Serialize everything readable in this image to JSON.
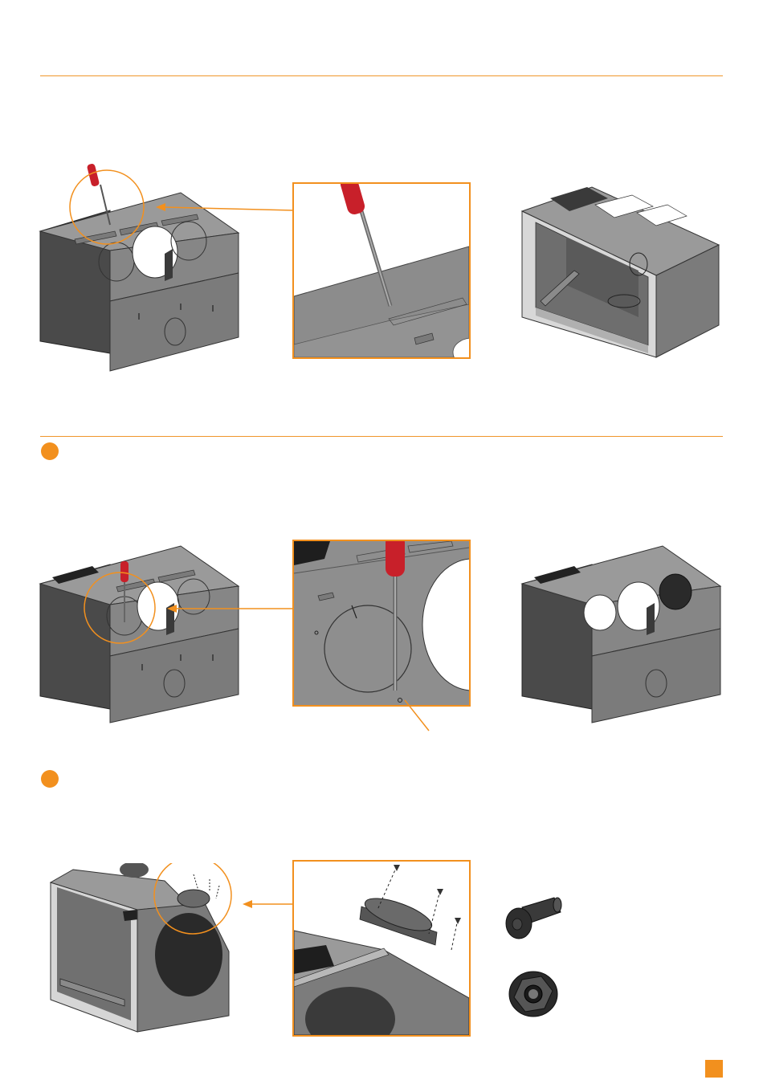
{
  "colors": {
    "accent": "#f2901e",
    "rule": "#f0962b",
    "housing_top": "#8f8f8f",
    "housing_front": "#7b7b7b",
    "housing_side": "#4a4a4a",
    "screwdriver_handle": "#c8202a"
  },
  "sections": [
    {
      "id": "section-1",
      "has_step_dot": false
    },
    {
      "id": "section-2",
      "has_step_dot": true
    },
    {
      "id": "section-3",
      "has_step_dot": true
    }
  ],
  "hardware": [
    {
      "icon": "bolt-icon"
    },
    {
      "icon": "flange-nut-icon"
    }
  ]
}
